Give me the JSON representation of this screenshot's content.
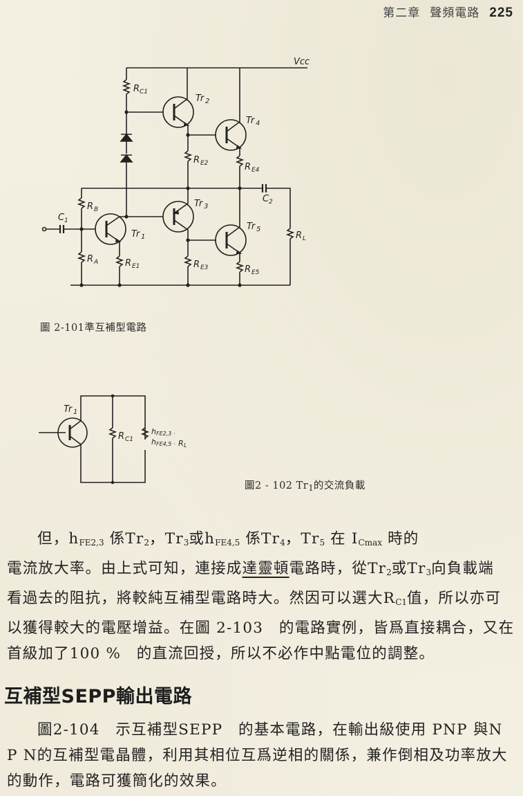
{
  "header": {
    "chapter": "第二章",
    "chapter_title": "聲頻電路",
    "page_number": "225"
  },
  "figure_101": {
    "caption": "圖 2-101準互補型電路",
    "labels": {
      "vcc": "Vcc",
      "rc1": "RC1",
      "tr1": "Tr1",
      "tr2": "Tr2",
      "tr3": "Tr3",
      "tr4": "Tr4",
      "tr5": "Tr5",
      "re1": "RE1",
      "re2": "RE2",
      "re3": "RE3",
      "re4": "RE4",
      "re5": "RE5",
      "rb": "RB",
      "ra": "RA",
      "rl": "RL",
      "c1": "C1",
      "c2": "C2"
    }
  },
  "figure_102": {
    "caption_prefix": "圖2 - 102",
    "caption_tr": "Tr",
    "caption_tr_sub": "1",
    "caption_suffix": "的交流負載",
    "labels": {
      "tr1": "Tr1",
      "rc1": "RC1",
      "load_line1": "hFE2,3 ·",
      "load_line2": "hFE4,5 · RL"
    }
  },
  "paragraph_1": {
    "l1_a": "但，h",
    "l1_sub1": "FE2,3",
    "l1_b": " 係Tr",
    "l1_sub2": "2",
    "l1_c": "，Tr",
    "l1_sub3": "3",
    "l1_d": "或h",
    "l1_sub4": "FE4,5",
    "l1_e": " 係Tr",
    "l1_sub5": "4",
    "l1_f": "，Tr",
    "l1_sub6": "5",
    "l1_g": " 在 I",
    "l1_sub7": "Cmax",
    "l1_h": " 時的",
    "l2_a": "電流放大率。由上式可知，連接成",
    "l2_underlined": "達靈頓",
    "l2_b": "電路時，從Tr",
    "l2_sub1": "2",
    "l2_c": "或Tr",
    "l2_sub2": "3",
    "l2_d": "向負載端",
    "l3_a": "看過去的阻抗，將較純互補型電路時大。然因可以選大R",
    "l3_sub": "C1",
    "l3_b": "值，所以亦可",
    "l4": "以獲得較大的電壓增益。在圖 2-103　的電路實例，皆爲直接耦合，又在",
    "l5": "首級加了100 %　的直流回授，所以不必作中點電位的調整。"
  },
  "section": {
    "heading": "互補型SEPP輸出電路"
  },
  "paragraph_2": {
    "l1": "圖2-104　示互補型SEPP　的基本電路，在輸出級使用 PNP 與N",
    "l2": "P N的互補型電晶體，利用其相位互爲逆相的關係，兼作倒相及功率放大",
    "l3": "的動作，電路可獲簡化的效果。"
  }
}
